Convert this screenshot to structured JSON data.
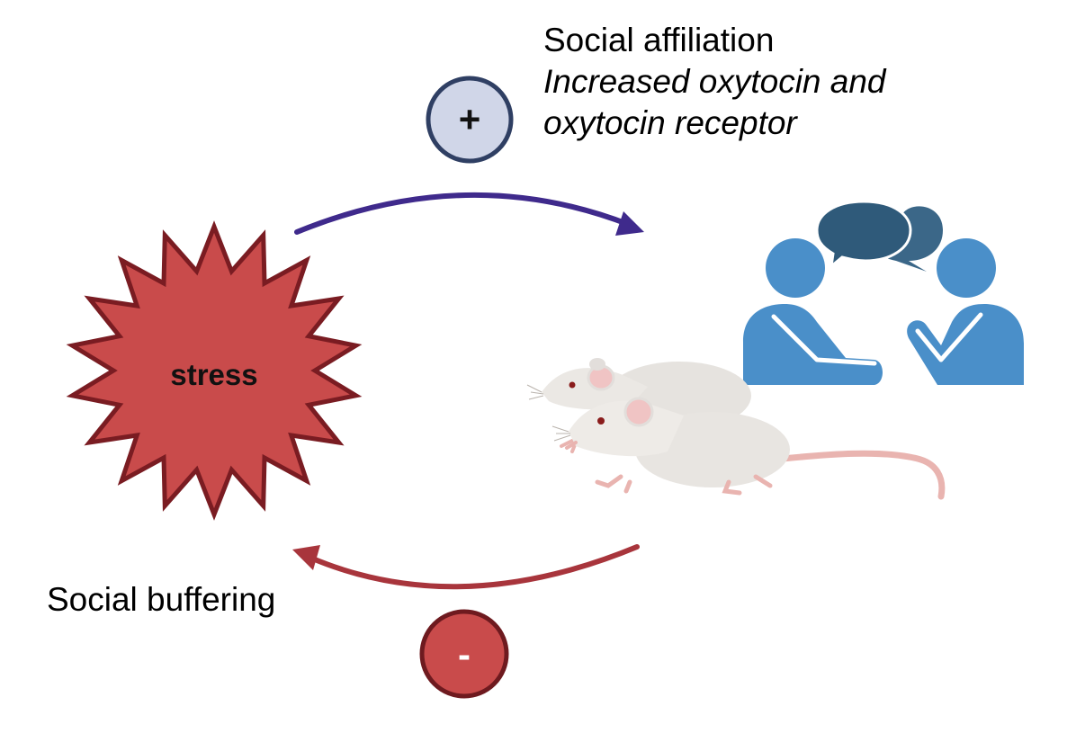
{
  "diagram": {
    "stress_label": "stress",
    "positive_sign": "+",
    "negative_sign": "-",
    "affiliation_title": "Social affiliation",
    "affiliation_detail_line1": "Increased oxytocin and",
    "affiliation_detail_line2": "oxytocin receptor",
    "buffering_label": "Social buffering"
  },
  "colors": {
    "stress_fill": "#c94b4b",
    "stress_stroke": "#7a1c22",
    "top_arrow": "#3f2a8c",
    "bottom_arrow": "#a8353c",
    "plus_fill": "#d0d6e8",
    "plus_stroke": "#2f3f63",
    "minus_fill": "#c94b4b",
    "minus_stroke": "#6e1a1f",
    "people": "#4a8fc9",
    "bubbles": "#3b6788"
  },
  "icons": [
    "stress-starburst-icon",
    "plus-icon",
    "minus-icon",
    "people-talking-icon",
    "mice-icon"
  ]
}
